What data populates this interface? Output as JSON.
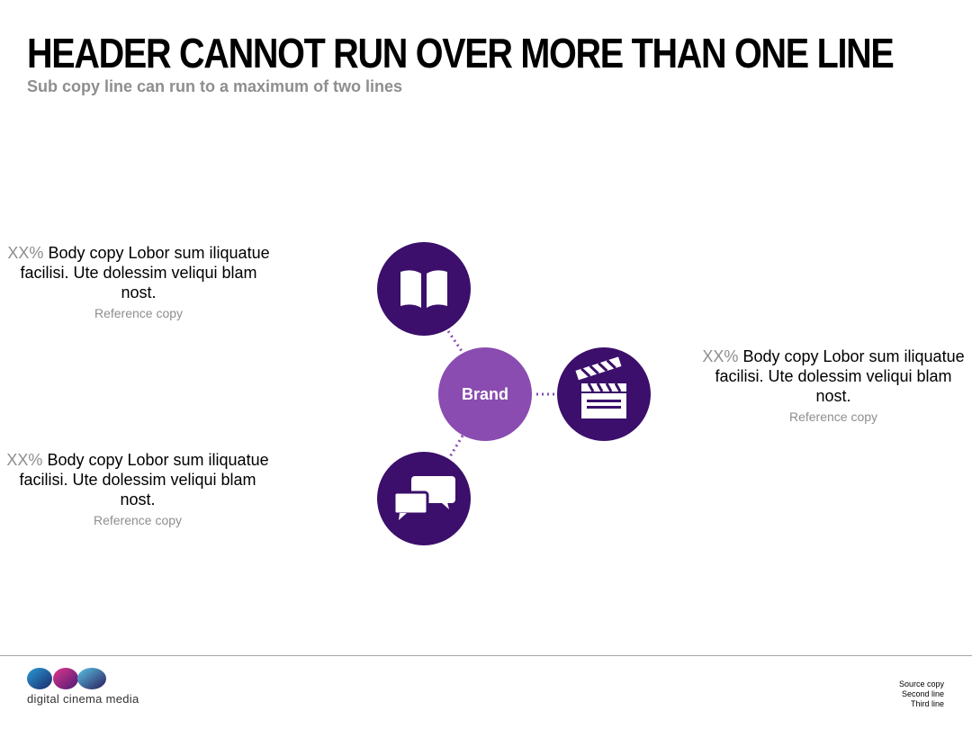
{
  "header": {
    "title": "HEADER CANNOT RUN OVER MORE THAN ONE LINE",
    "subcopy": "Sub copy line can run to a maximum of two lines"
  },
  "diagram": {
    "center_label": "Brand",
    "colors": {
      "node": "#3b0f6b",
      "center": "#8a4cb0",
      "connector": "#8a4cb0"
    },
    "nodes": [
      {
        "icon": "book-icon"
      },
      {
        "icon": "clapperboard-icon"
      },
      {
        "icon": "chat-bubbles-icon"
      }
    ]
  },
  "callouts": [
    {
      "pct": "XX%",
      "body": " Body copy Lobor sum iliquatue facilisi. Ute dolessim veliqui blam nost.",
      "ref": "Reference copy"
    },
    {
      "pct": "XX%",
      "body": " Body copy Lobor sum iliquatue facilisi. Ute dolessim veliqui blam nost.",
      "ref": "Reference copy"
    },
    {
      "pct": "XX%",
      "body": " Body copy Lobor sum iliquatue facilisi. Ute dolessim veliqui blam nost.",
      "ref": "Reference copy"
    }
  ],
  "footer": {
    "logo_text": "digital cinema media",
    "source_lines": [
      "Source copy",
      "Second line",
      "Third line"
    ]
  }
}
